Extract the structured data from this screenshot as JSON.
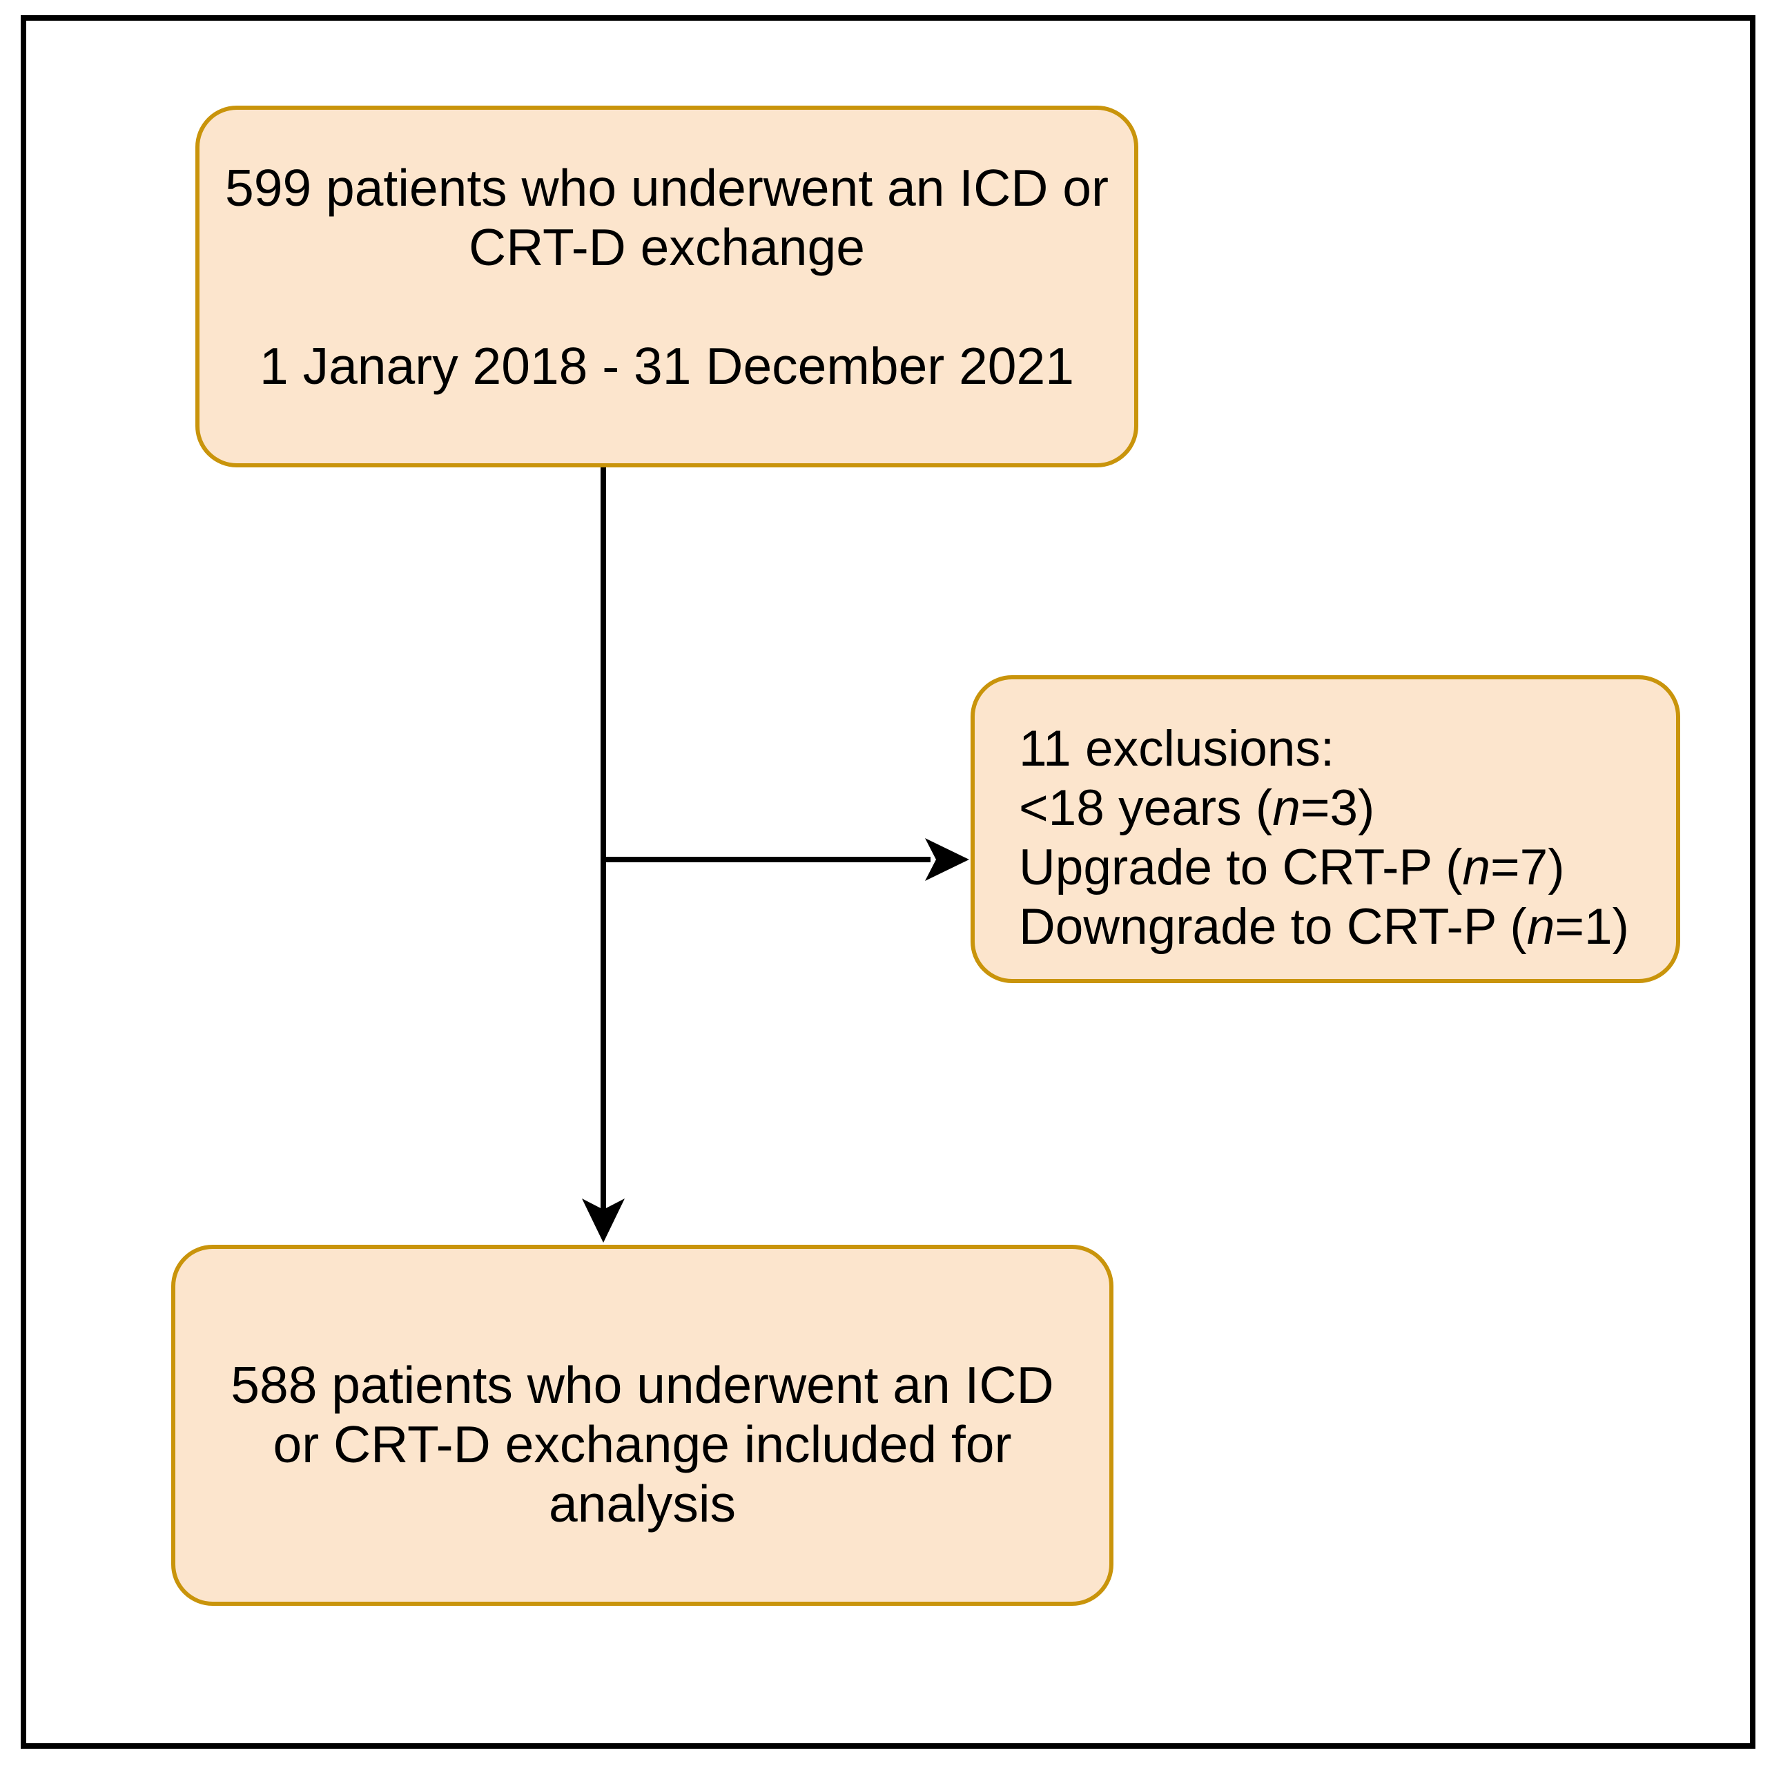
{
  "figure": {
    "kind": "patient-flow-diagram",
    "colors": {
      "background": "#ffffff",
      "frame": "#000000",
      "box_fill": "#FCE5CD",
      "box_border": "#C9940B",
      "line": "#000000",
      "text": "#000000"
    },
    "top_box": {
      "lines": [
        "599 patients who underwent an ICD or",
        "CRT-D exchange",
        "",
        "1 Janary 2018 - 31 December 2021"
      ]
    },
    "exclusions_box": {
      "lines": [
        [
          {
            "t": "11 exclusions:"
          }
        ],
        [
          {
            "t": "<18 years ("
          },
          {
            "t": "n",
            "i": true
          },
          {
            "t": "=3)"
          }
        ],
        [
          {
            "t": "Upgrade to CRT-P ("
          },
          {
            "t": "n",
            "i": true
          },
          {
            "t": "=7)"
          }
        ],
        [
          {
            "t": "Downgrade to CRT-P ("
          },
          {
            "t": "n",
            "i": true
          },
          {
            "t": "=1)"
          }
        ]
      ]
    },
    "included_box": {
      "lines": [
        "588 patients who underwent an ICD",
        "or CRT-D exchange included for",
        "analysis"
      ]
    }
  }
}
